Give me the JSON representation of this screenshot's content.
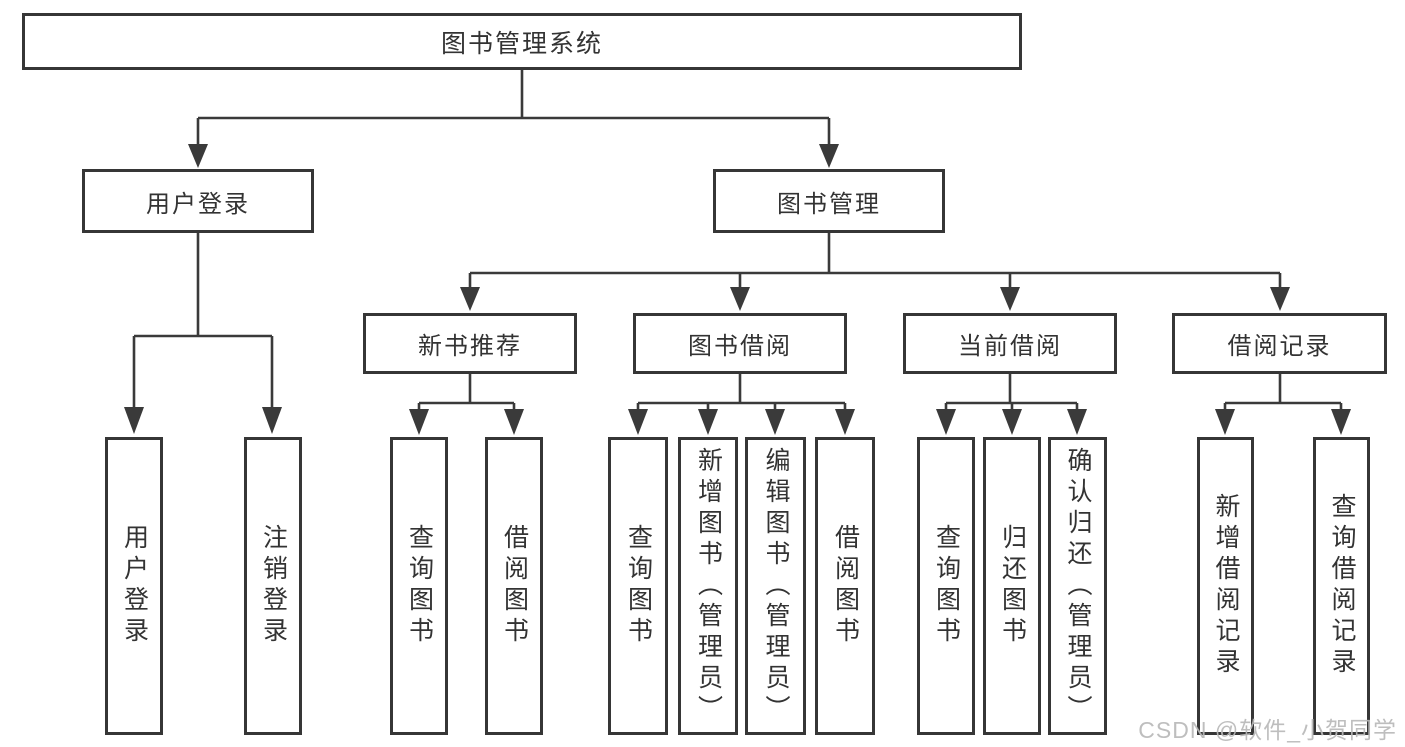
{
  "diagram": {
    "root": {
      "label": "图书管理系统",
      "children": [
        {
          "label": "用户登录",
          "children": [
            {
              "label": "用户登录"
            },
            {
              "label": "注销登录"
            }
          ]
        },
        {
          "label": "图书管理",
          "children": [
            {
              "label": "新书推荐",
              "children": [
                {
                  "label": "查询图书"
                },
                {
                  "label": "借阅图书"
                }
              ]
            },
            {
              "label": "图书借阅",
              "children": [
                {
                  "label": "查询图书"
                },
                {
                  "label": "新增图书（管理员）"
                },
                {
                  "label": "编辑图书（管理员）"
                },
                {
                  "label": "借阅图书"
                }
              ]
            },
            {
              "label": "当前借阅",
              "children": [
                {
                  "label": "查询图书"
                },
                {
                  "label": "归还图书"
                },
                {
                  "label": "确认归还（管理员）"
                }
              ]
            },
            {
              "label": "借阅记录",
              "children": [
                {
                  "label": "新增借阅记录"
                },
                {
                  "label": "查询借阅记录"
                }
              ]
            }
          ]
        }
      ]
    }
  },
  "watermark": {
    "text": "CSDN @软件_小贺同学"
  },
  "colors": {
    "line": "#3a3a3a",
    "box_border": "#363636",
    "text": "#333333",
    "background": "#ffffff",
    "watermark": "#b9b9b9"
  }
}
